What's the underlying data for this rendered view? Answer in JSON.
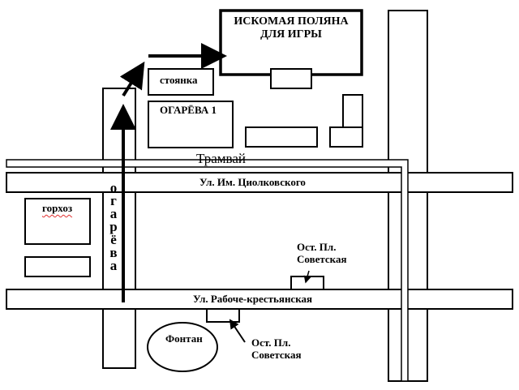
{
  "map": {
    "title": "Схема проезда",
    "target": {
      "line1": "ИСКОМАЯ ПОЛЯНА",
      "line2": "ДЛЯ ИГРЫ"
    },
    "buildings": {
      "parking": "стоянка",
      "ogareva1": "ОГАРЁВА 1",
      "gorkhoz": "горхоз",
      "fountain": "Фонтан"
    },
    "streets": {
      "tram": "Трамвай",
      "tsiolkovsky": "Ул. Им. Циолковского",
      "raboche": "Ул. Рабоче-крестьянская",
      "ogareva_letters": [
        "о",
        "г",
        "а",
        "р",
        "ё",
        "в",
        "а"
      ]
    },
    "stops": {
      "upper": {
        "line1": "Ост. Пл.",
        "line2": "Советская"
      },
      "lower": {
        "line1": "Ост. Пл.",
        "line2": "Советская"
      }
    },
    "colors": {
      "stroke": "#000000",
      "background": "#ffffff"
    }
  }
}
